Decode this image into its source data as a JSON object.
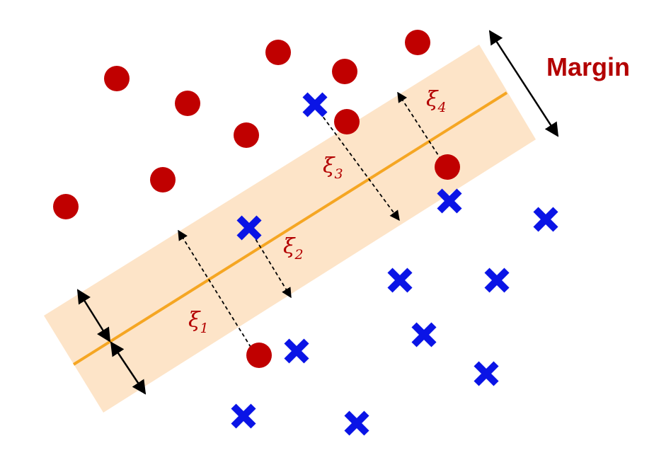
{
  "title": "Margin",
  "slack_labels": [
    {
      "symbol": "ξ",
      "subscript": "1"
    },
    {
      "symbol": "ξ",
      "subscript": "2"
    },
    {
      "symbol": "ξ",
      "subscript": "3"
    },
    {
      "symbol": "ξ",
      "subscript": "4"
    }
  ],
  "colors": {
    "class_a": "#c00000",
    "class_b": "#0a14e6",
    "band": "#fde4c8",
    "boundary": "#f5a623",
    "label": "#b30000",
    "arrow": "#000000"
  },
  "icons": {
    "class_a_marker": "filled-circle",
    "class_b_marker": "cross",
    "slack_arrow": "dashed-double-arrow",
    "margin_arrow": "solid-double-arrow"
  }
}
